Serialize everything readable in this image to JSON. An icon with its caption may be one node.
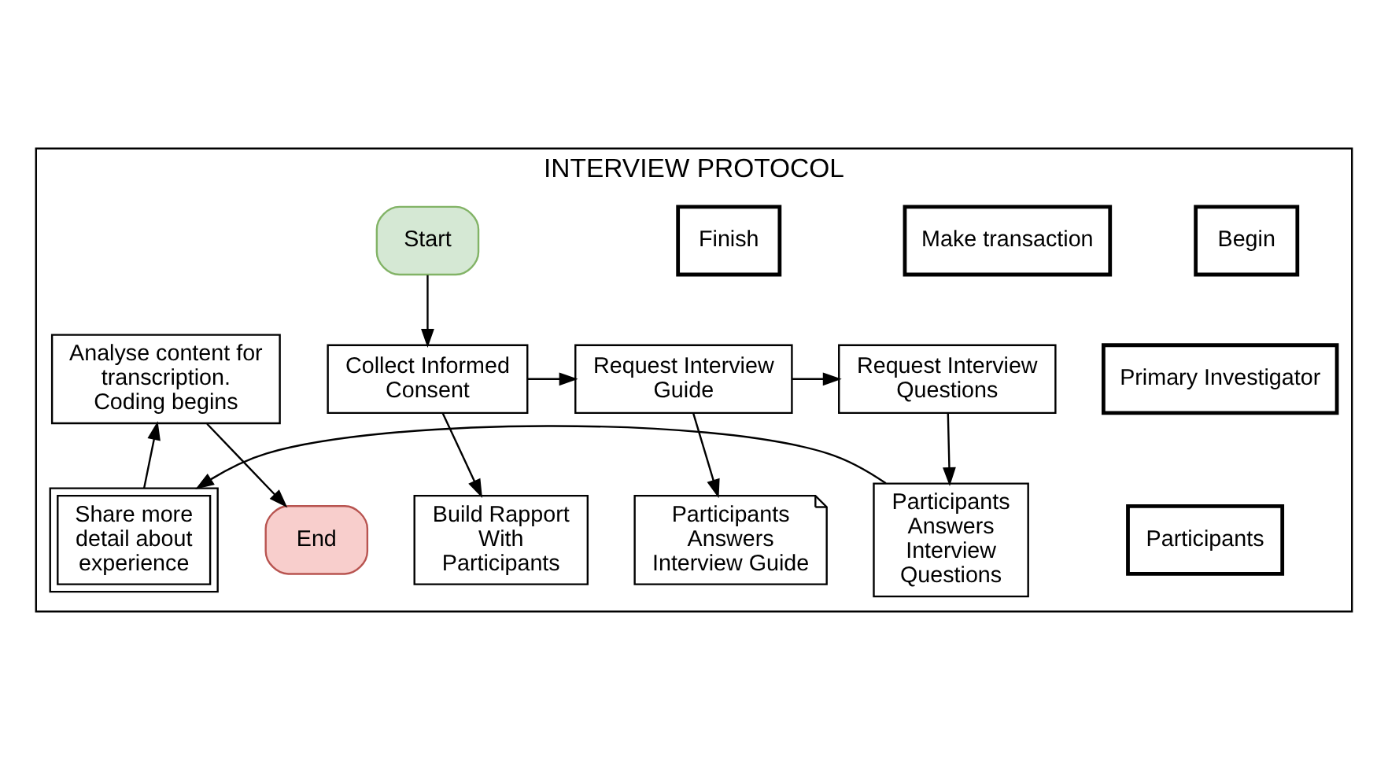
{
  "diagram": {
    "nodes": [
      {
        "text": [
          "INTERVIEW PROTOCOL"
        ]
      },
      {
        "text": [
          "Begin"
        ],
        "in": 0
      },
      {
        "text": [
          "Make transaction"
        ],
        "in": 0
      },
      {
        "text": [
          "Finish"
        ],
        "in": 0
      },
      {
        "text": [
          "Primary Investigator"
        ],
        "in": 0
      },
      {
        "text": [
          "Participants"
        ],
        "in": 0
      },
      {
        "text": [
          "Start"
        ],
        "in": 0
      },
      {
        "text": [
          "Collect Informed Consent"
        ],
        "in": 0
      },
      {
        "text": [
          "Request Interview Guide"
        ],
        "in": 0
      },
      {
        "text": [
          "Request Interview Questions"
        ],
        "in": 0
      },
      {
        "text": [
          "Analyse content for transcription. Coding begins"
        ],
        "in": 0
      },
      {
        "text": [
          "End"
        ],
        "in": 0
      },
      {
        "text": [
          "Build Rapport With Participants"
        ],
        "in": 0
      },
      {
        "text": [
          "Participants Answers Interview Guide"
        ],
        "in": 0
      },
      {
        "text": [
          "Participants Answers Interview Questions"
        ],
        "in": 0
      },
      {
        "text": [
          "Share more detail about experience"
        ],
        "in": 0
      }
    ],
    "edges": [
      {
        "from": 6,
        "to": 7,
        "arrow": "to"
      },
      {
        "from": 7,
        "to": 12,
        "arrow": "to"
      },
      {
        "from": 7,
        "to": 8,
        "arrow": "to"
      },
      {
        "from": 8,
        "to": 13,
        "arrow": "to"
      },
      {
        "from": 8,
        "to": 9,
        "arrow": "to"
      },
      {
        "from": 9,
        "to": 14,
        "arrow": "to"
      },
      {
        "from": 14,
        "to": 15,
        "arrow": "to"
      },
      {
        "from": 15,
        "to": 10,
        "arrow": "to"
      },
      {
        "from": 10,
        "to": 11,
        "arrow": "to"
      }
    ]
  }
}
